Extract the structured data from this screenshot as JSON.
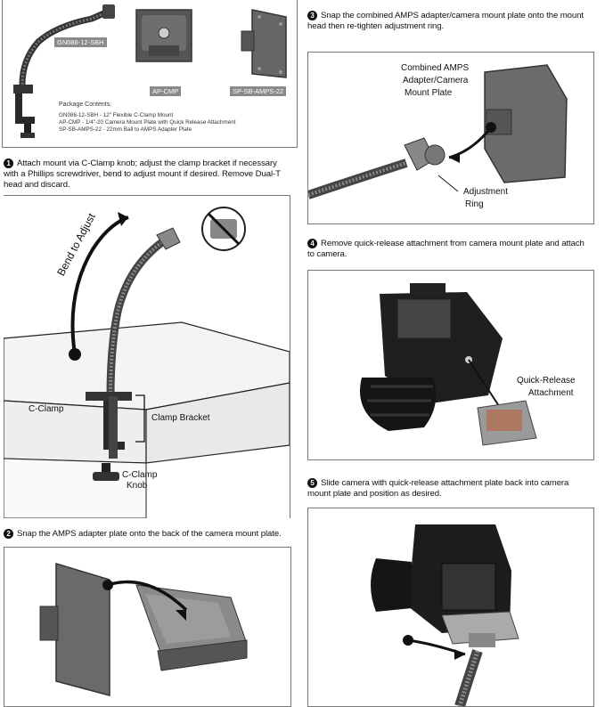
{
  "package": {
    "tags": [
      "GN086-12-SBH",
      "AP-CMP",
      "SP-SB-AMPS-22"
    ],
    "heading": "Package Contents:",
    "lines": [
      "GN086-12-SBH - 12\" Flexible C-Clamp Mount",
      "AP-CMP - 1/4\"-20 Camera Mount Plate with Quick Release Attachment",
      "SP-SB-AMPS-22 - 22mm Ball to AMPS Adapter Plate"
    ]
  },
  "steps": [
    {
      "num": "1",
      "text": "Attach mount via C-Clamp knob; adjust the clamp bracket if necessary with a Phillips screwdriver, bend to adjust mount if desired. Remove Dual-T head and discard."
    },
    {
      "num": "2",
      "text": "Snap the AMPS adapter plate onto the back of the camera mount plate."
    },
    {
      "num": "3",
      "text": "Snap the combined AMPS adapter/camera mount plate onto the mount head then re-tighten adjustment ring."
    },
    {
      "num": "4",
      "text": "Remove quick-release attachment from camera mount plate and attach to camera."
    },
    {
      "num": "5",
      "text": "Slide camera with quick-release attachment plate back into camera mount plate and position as desired."
    }
  ],
  "labels": {
    "bend": "Bend to Adjust",
    "cclamp": "C-Clamp",
    "bracket": "Clamp Bracket",
    "knob1": "C-Clamp",
    "knob2": "Knob",
    "combined1": "Combined AMPS",
    "combined2": "Adapter/Camera",
    "combined3": "Mount Plate",
    "ring1": "Adjustment",
    "ring2": "Ring",
    "qr1": "Quick-Release",
    "qr2": "Attachment"
  }
}
